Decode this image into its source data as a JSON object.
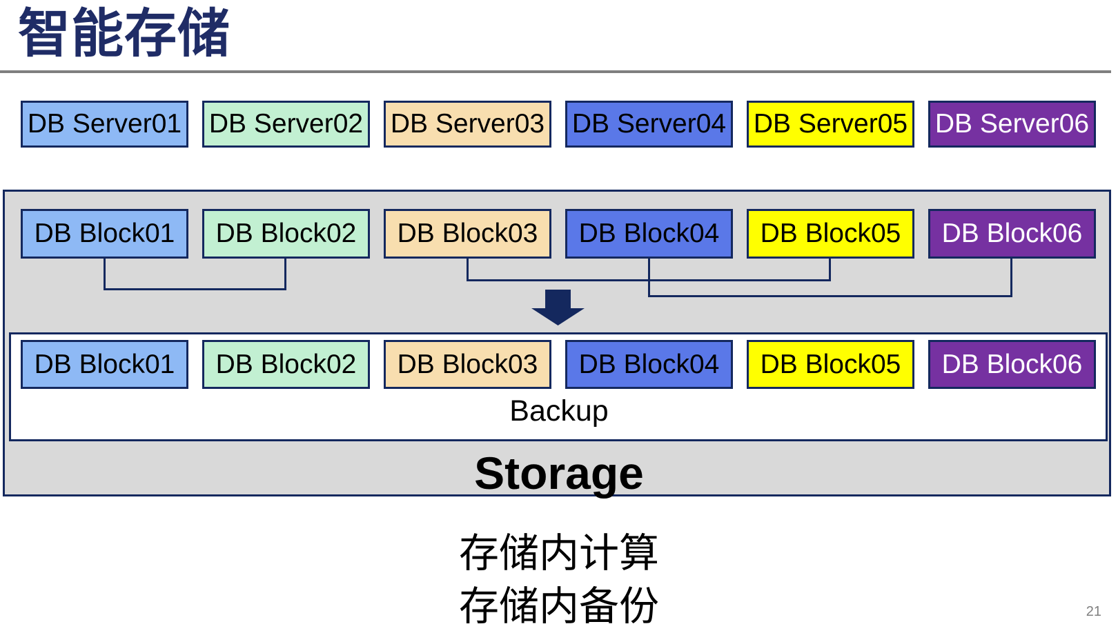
{
  "title": "智能存储",
  "colors": {
    "navy_line": "#14285E",
    "title_navy": "#1F2C66",
    "panel_gray": "#D9D9D9",
    "underline_gray": "#7F7F7F",
    "fill_blue": "#8EB9F5",
    "fill_mint": "#C2F0D2",
    "fill_tan": "#F8DEAF",
    "fill_royal": "#5A78E8",
    "fill_yellow": "#FFFF00",
    "fill_purple": "#7631A1"
  },
  "servers": [
    {
      "label": "DB Server01",
      "bg": "#8EB9F5",
      "fg": "#000000"
    },
    {
      "label": "DB Server02",
      "bg": "#C2F0D2",
      "fg": "#000000"
    },
    {
      "label": "DB Server03",
      "bg": "#F8DEAF",
      "fg": "#000000"
    },
    {
      "label": "DB Server04",
      "bg": "#5A78E8",
      "fg": "#000000"
    },
    {
      "label": "DB Server05",
      "bg": "#FFFF00",
      "fg": "#000000"
    },
    {
      "label": "DB Server06",
      "bg": "#7631A1",
      "fg": "#FFFFFF"
    }
  ],
  "storage": {
    "blocks": [
      {
        "label": "DB Block01",
        "bg": "#8EB9F5",
        "fg": "#000000"
      },
      {
        "label": "DB Block02",
        "bg": "#C2F0D2",
        "fg": "#000000"
      },
      {
        "label": "DB Block03",
        "bg": "#F8DEAF",
        "fg": "#000000"
      },
      {
        "label": "DB Block04",
        "bg": "#5A78E8",
        "fg": "#000000"
      },
      {
        "label": "DB Block05",
        "bg": "#FFFF00",
        "fg": "#000000"
      },
      {
        "label": "DB Block06",
        "bg": "#7631A1",
        "fg": "#FFFFFF"
      }
    ],
    "mirror_blocks": [
      {
        "label": "DB Block01",
        "bg": "#8EB9F5",
        "fg": "#000000"
      },
      {
        "label": "DB Block02",
        "bg": "#C2F0D2",
        "fg": "#000000"
      },
      {
        "label": "DB Block03",
        "bg": "#F8DEAF",
        "fg": "#000000"
      },
      {
        "label": "DB Block04",
        "bg": "#5A78E8",
        "fg": "#000000"
      },
      {
        "label": "DB Block05",
        "bg": "#FFFF00",
        "fg": "#000000"
      },
      {
        "label": "DB Block06",
        "bg": "#7631A1",
        "fg": "#FFFFFF"
      }
    ],
    "backup_label": "Backup",
    "storage_label": "Storage"
  },
  "caption": {
    "line1": "存储内计算",
    "line2": "存储内备份"
  },
  "page_number": "21"
}
